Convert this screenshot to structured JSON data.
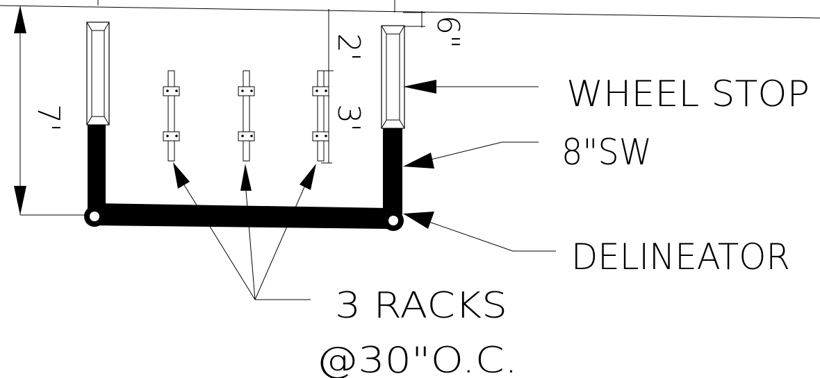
{
  "labels": {
    "wheel_stop": "WHEEL STOP",
    "sidewalk": "8\"SW",
    "delineator": "DELINEATOR",
    "racks_line1": "3 RACKS",
    "racks_line2": "@30\"O.C."
  },
  "dimensions": {
    "overall_depth": "7'",
    "rack_offset": "2'",
    "rack_spacing": "3'",
    "stop_offset": "6\""
  }
}
